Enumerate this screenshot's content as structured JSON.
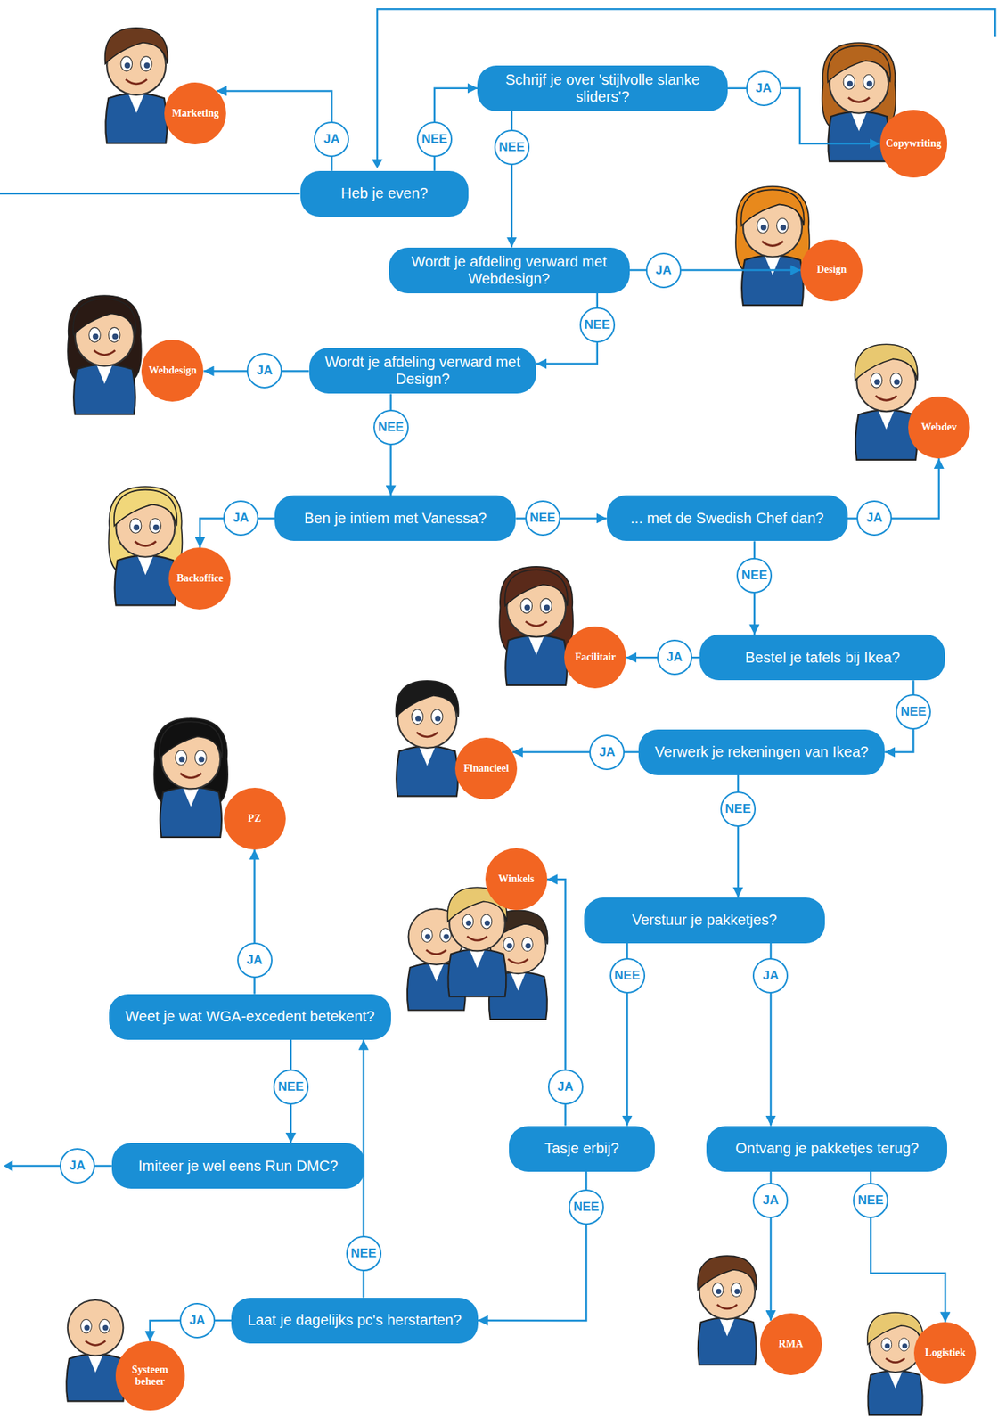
{
  "diagram": {
    "nodes": [
      {
        "text": [
          "Marketing"
        ]
      },
      {
        "text": [
          "Schrijf je over 'stijlvolle slanke sliders'?"
        ]
      },
      {
        "text": [
          "Copywriting"
        ]
      },
      {
        "text": [
          "Heb je even?"
        ]
      },
      {
        "text": [
          "Wordt je afdeling verward met Webdesign?"
        ]
      },
      {
        "text": [
          "Design"
        ]
      },
      {
        "text": [
          "Webdesign"
        ]
      },
      {
        "text": [
          "Wordt je afdeling verward met Design?"
        ]
      },
      {
        "text": [
          "Webdev"
        ]
      },
      {
        "text": [
          "Backoffice"
        ]
      },
      {
        "text": [
          "Ben je intiem met Vanessa?"
        ]
      },
      {
        "text": [
          "... met de Swedish Chef dan?"
        ]
      },
      {
        "text": [
          "Facilitair"
        ]
      },
      {
        "text": [
          "Bestel je tafels bij Ikea?"
        ]
      },
      {
        "text": [
          "Financieel"
        ]
      },
      {
        "text": [
          "Verwerk je rekeningen van Ikea?"
        ]
      },
      {
        "text": [
          "PZ"
        ]
      },
      {
        "text": [
          "Winkels"
        ]
      },
      {
        "text": [
          "Verstuur je pakketjes?"
        ]
      },
      {
        "text": [
          "Weet je wat WGA-excedent betekent?"
        ]
      },
      {
        "text": [
          "Tasje erbij?"
        ]
      },
      {
        "text": [
          "Ontvang je pakketjes terug?"
        ]
      },
      {
        "text": [
          "Imiteer je wel eens Run DMC?"
        ]
      },
      {
        "text": [
          "Laat je dagelijks pc's herstarten?"
        ]
      },
      {
        "text": [
          "RMA"
        ]
      },
      {
        "text": [
          "Logistiek"
        ]
      },
      {
        "text": [
          "Systeem beheer"
        ]
      }
    ],
    "edges": [
      {
        "from": 3,
        "to": 0,
        "label": "JA",
        "arrow": "to"
      },
      {
        "from": 3,
        "to": 1,
        "label": "NEE",
        "arrow": "to"
      },
      {
        "from": 1,
        "to": 2,
        "label": "JA",
        "arrow": "to"
      },
      {
        "from": 1,
        "to": 4,
        "label": "NEE",
        "arrow": "to"
      },
      {
        "from": 4,
        "to": 5,
        "label": "JA",
        "arrow": "to"
      },
      {
        "from": 4,
        "to": 7,
        "label": "NEE",
        "arrow": "to"
      },
      {
        "from": 7,
        "to": 6,
        "label": "JA",
        "arrow": "to"
      },
      {
        "from": 7,
        "to": 10,
        "label": "NEE",
        "arrow": "to"
      },
      {
        "from": 10,
        "to": 9,
        "label": "JA",
        "arrow": "to"
      },
      {
        "from": 10,
        "to": 11,
        "label": "NEE",
        "arrow": "to"
      },
      {
        "from": 11,
        "to": 8,
        "label": "JA",
        "arrow": "to"
      },
      {
        "from": 11,
        "to": 13,
        "label": "NEE",
        "arrow": "to"
      },
      {
        "from": 13,
        "to": 12,
        "label": "JA",
        "arrow": "to"
      },
      {
        "from": 13,
        "to": 15,
        "label": "NEE",
        "arrow": "to"
      },
      {
        "from": 15,
        "to": 14,
        "label": "JA",
        "arrow": "to"
      },
      {
        "from": 15,
        "to": 18,
        "label": "NEE",
        "arrow": "to"
      },
      {
        "from": 18,
        "to": 20,
        "label": "NEE",
        "arrow": "to"
      },
      {
        "from": 18,
        "to": 21,
        "label": "JA",
        "arrow": "to"
      },
      {
        "from": 20,
        "to": 17,
        "label": "JA",
        "arrow": "to"
      },
      {
        "from": 20,
        "to": 23,
        "label": "NEE",
        "arrow": "to"
      },
      {
        "from": 21,
        "to": 24,
        "label": "JA",
        "arrow": "to"
      },
      {
        "from": 21,
        "to": 25,
        "label": "NEE",
        "arrow": "to"
      },
      {
        "from": 23,
        "to": 26,
        "label": "JA",
        "arrow": "to"
      },
      {
        "from": 23,
        "to": 19,
        "label": "NEE",
        "arrow": "to"
      },
      {
        "from": 19,
        "to": 16,
        "label": "JA",
        "arrow": "to"
      },
      {
        "from": 19,
        "to": 22,
        "label": "NEE",
        "arrow": "to"
      }
    ],
    "labels": [
      "JA"
    ]
  }
}
